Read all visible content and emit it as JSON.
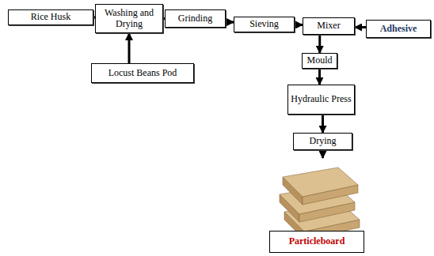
{
  "diagram": {
    "nodes": [
      {
        "text": [
          "Rice Husk"
        ]
      },
      {
        "text": [
          "Washing and Drying"
        ]
      },
      {
        "text": [
          "Grinding"
        ]
      },
      {
        "text": [
          "Sieving"
        ]
      },
      {
        "text": [
          "Mixer"
        ]
      },
      {
        "text": [
          "Adhesive"
        ]
      },
      {
        "text": [
          "Locust Beans Pod"
        ]
      },
      {
        "text": [
          "Mould"
        ]
      },
      {
        "text": [
          "Hydraulic Press"
        ]
      },
      {
        "text": [
          "Drying"
        ]
      },
      {
        "text": [
          "Particleboard"
        ]
      }
    ],
    "edges": [
      {
        "from": 0,
        "to": 1,
        "arrow": "to"
      },
      {
        "from": 6,
        "to": 1,
        "arrow": "to"
      },
      {
        "from": 1,
        "to": 2,
        "arrow": "to"
      },
      {
        "from": 2,
        "to": 3,
        "arrow": "to"
      },
      {
        "from": 3,
        "to": 4,
        "arrow": "to"
      },
      {
        "from": 5,
        "to": 4,
        "arrow": "to"
      },
      {
        "from": 4,
        "to": 7,
        "arrow": "to"
      },
      {
        "from": 7,
        "to": 8,
        "arrow": "to"
      },
      {
        "from": 8,
        "to": 9,
        "arrow": "to"
      },
      {
        "from": 9,
        "to": 10,
        "arrow": "to"
      }
    ]
  }
}
